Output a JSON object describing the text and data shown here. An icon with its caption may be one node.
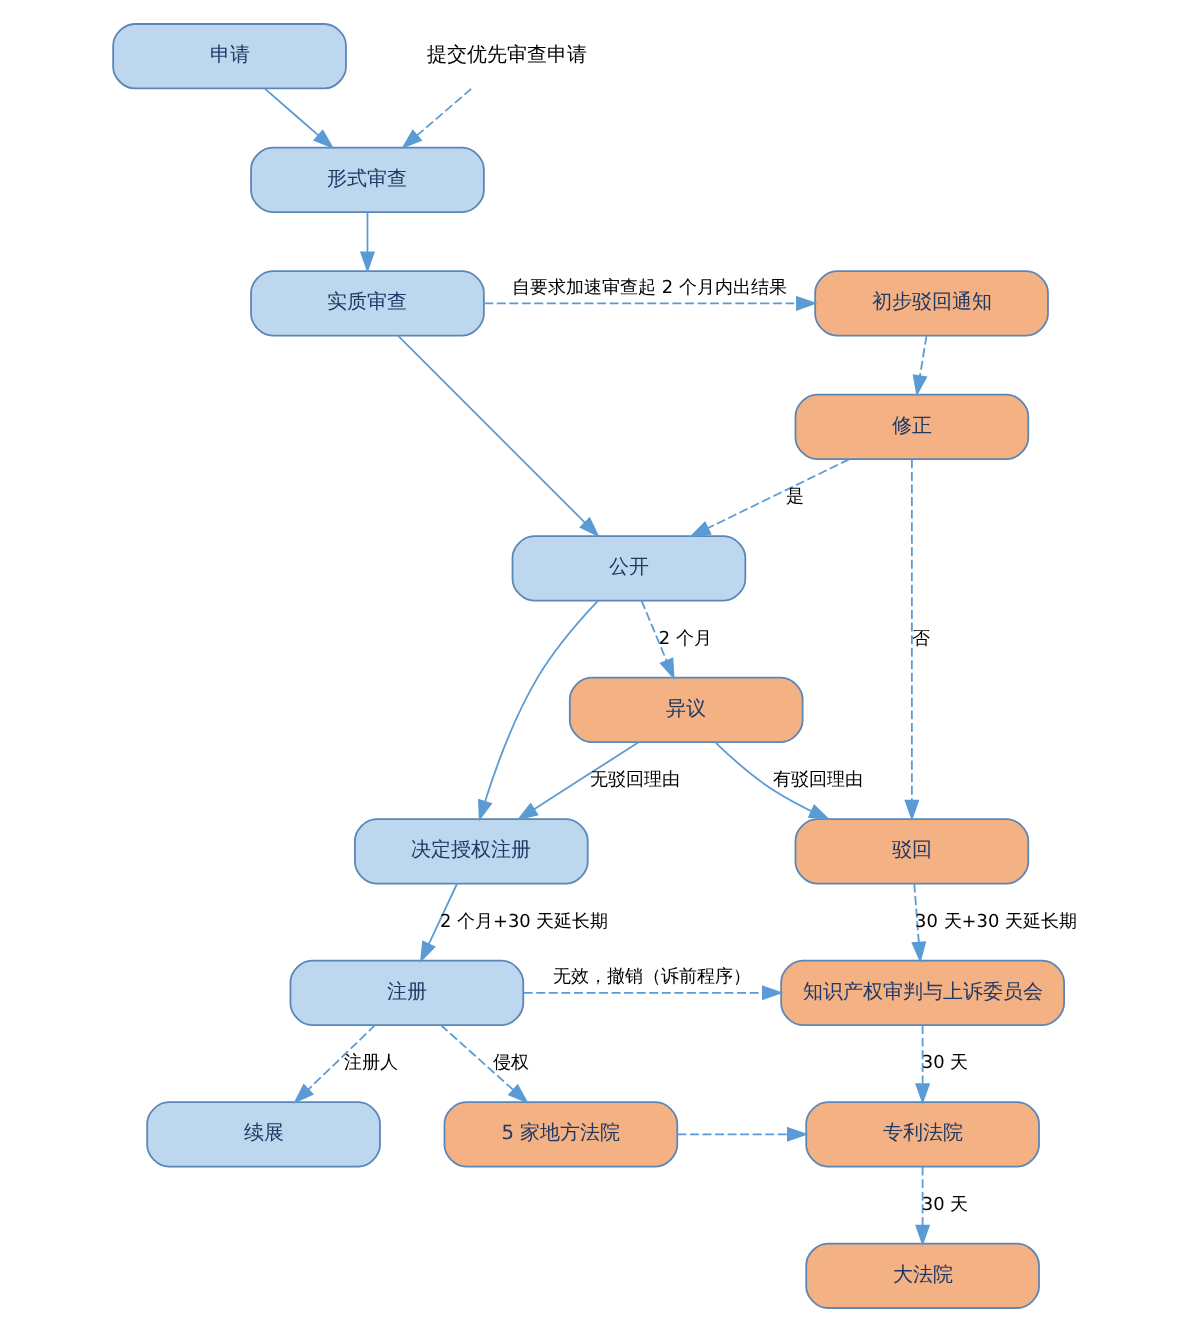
{
  "diagram": {
    "nodes": [
      {
        "text": [
          "申请"
        ]
      },
      {
        "text": [
          "形式审查"
        ]
      },
      {
        "text": [
          "实质审查"
        ]
      },
      {
        "text": [
          "初步驳回通知"
        ]
      },
      {
        "text": [
          "修正"
        ]
      },
      {
        "text": [
          "公开"
        ]
      },
      {
        "text": [
          "异议"
        ]
      },
      {
        "text": [
          "决定授权注册"
        ]
      },
      {
        "text": [
          "驳回"
        ]
      },
      {
        "text": [
          "注册"
        ]
      },
      {
        "text": [
          "知识产权审判与上诉委员会"
        ]
      },
      {
        "text": [
          "5 家地方法院"
        ]
      },
      {
        "text": [
          "专利法院"
        ]
      },
      {
        "text": [
          "续展"
        ]
      },
      {
        "text": [
          "大法院"
        ]
      },
      {
        "text": [
          "提交优先审查申请"
        ]
      }
    ],
    "edges": [
      {
        "from": 0,
        "to": 1,
        "arrow": "to"
      },
      {
        "from": 15,
        "to": 1,
        "arrow": "to",
        "style": "dashed"
      },
      {
        "from": 1,
        "to": 2,
        "arrow": "to"
      },
      {
        "from": 2,
        "to": 3,
        "arrow": "to",
        "style": "dashed",
        "label": "自要求加速审查起 2 个月内出结果"
      },
      {
        "from": 3,
        "to": 4,
        "arrow": "to",
        "style": "dashed"
      },
      {
        "from": 2,
        "to": 5,
        "arrow": "to"
      },
      {
        "from": 4,
        "to": 5,
        "arrow": "to",
        "style": "dashed",
        "label": "是"
      },
      {
        "from": 4,
        "to": 8,
        "arrow": "to",
        "style": "dashed",
        "label": "否"
      },
      {
        "from": 5,
        "to": 7,
        "arrow": "to"
      },
      {
        "from": 5,
        "to": 6,
        "arrow": "to",
        "style": "dashed",
        "label": "2 个月"
      },
      {
        "from": 6,
        "to": 7,
        "arrow": "to",
        "label": "无驳回理由"
      },
      {
        "from": 6,
        "to": 8,
        "arrow": "to",
        "label": "有驳回理由"
      },
      {
        "from": 7,
        "to": 9,
        "arrow": "to",
        "label": "2 个月+30 天延长期"
      },
      {
        "from": 8,
        "to": 10,
        "arrow": "to",
        "style": "dashed",
        "label": "30 天+30 天延长期"
      },
      {
        "from": 9,
        "to": 10,
        "arrow": "to",
        "style": "dashed",
        "label": "无效，撤销（诉前程序）"
      },
      {
        "from": 9,
        "to": 11,
        "arrow": "to",
        "style": "dashed",
        "label": "侵权"
      },
      {
        "from": 9,
        "to": 13,
        "arrow": "to",
        "style": "dashed",
        "label": "注册人"
      },
      {
        "from": 11,
        "to": 12,
        "arrow": "to",
        "style": "dashed"
      },
      {
        "from": 10,
        "to": 12,
        "arrow": "to",
        "style": "dashed",
        "label": "30 天"
      },
      {
        "from": 12,
        "to": 14,
        "arrow": "to",
        "style": "dashed",
        "label": "30 天"
      }
    ]
  }
}
